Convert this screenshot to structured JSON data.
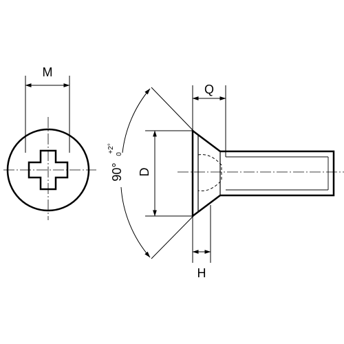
{
  "dimensions": {
    "m_label": "M",
    "q_label": "Q",
    "d_label": "D",
    "h_label": "H",
    "angle_value": "90°",
    "angle_tol_upper": "+2°",
    "angle_tol_lower": "0"
  },
  "colors": {
    "line": "#000000",
    "background": "#ffffff"
  }
}
